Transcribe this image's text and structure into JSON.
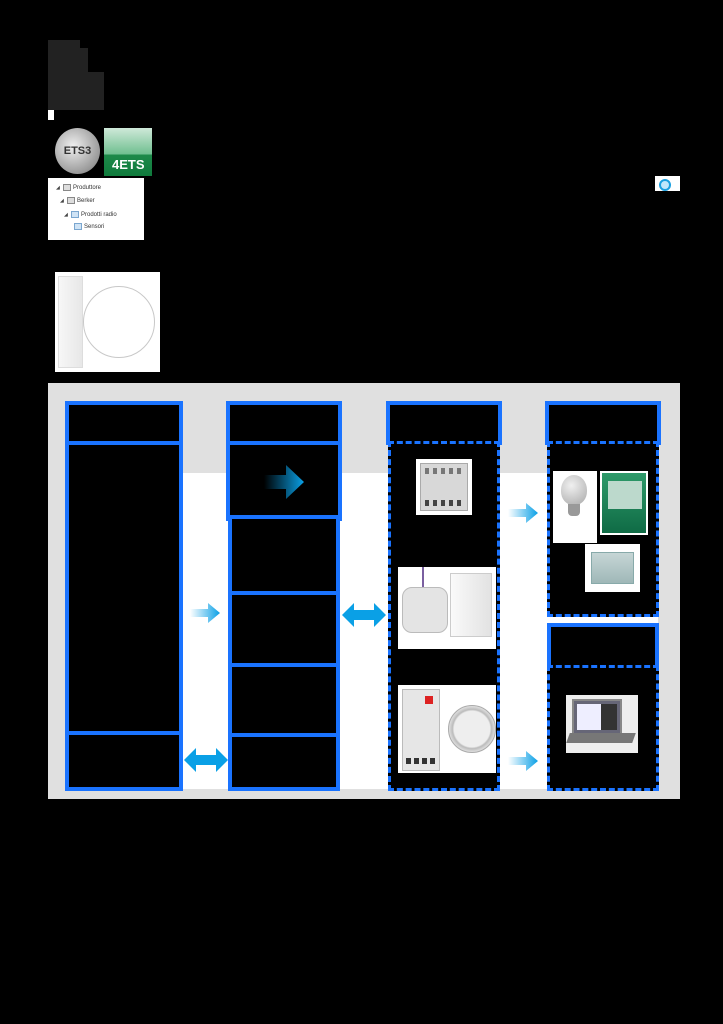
{
  "page": {
    "type": "product datasheet page (text redacted)",
    "background": "#000000"
  },
  "header": {
    "logo_icon": "brand-logo-block"
  },
  "software_logos": [
    {
      "label": "ETS3",
      "icon": "ets3-logo"
    },
    {
      "label": "4ETS",
      "icon": "ets4-logo"
    }
  ],
  "catalog_tree": {
    "items": [
      {
        "level": 0,
        "label": "Produttore",
        "expanded": true
      },
      {
        "level": 1,
        "label": "Berker",
        "expanded": true
      },
      {
        "level": 2,
        "label": "Prodotti radio",
        "expanded": true
      },
      {
        "level": 3,
        "label": "Sensori",
        "expanded": false
      }
    ]
  },
  "help_icon": "info-help-icon",
  "product_image": "radio-sensor-with-antenna-cable",
  "diagram": {
    "accent_color": "#1a73ff",
    "arrow_color": "#0aa0e6",
    "background": "#e0e0e0",
    "columns": [
      {
        "id": "col1",
        "header": "",
        "blocks": [
          "",
          ""
        ]
      },
      {
        "id": "col2",
        "header": "",
        "blocks": [
          "",
          "",
          "",
          ""
        ]
      },
      {
        "id": "col3",
        "header": "",
        "images": [
          "din-rail-actuator",
          "flush-mounted-actuator",
          "surface-radio-unit",
          "din-rail-gateway",
          "round-push-button"
        ]
      },
      {
        "id": "col4",
        "header": "",
        "images": [
          "light-bulb",
          "roller-shutter",
          "panel-heater",
          "laptop-visualisation"
        ],
        "blocks": [
          ""
        ]
      }
    ],
    "arrows": [
      {
        "type": "single",
        "direction": "right",
        "position": "col2-top"
      },
      {
        "type": "single",
        "direction": "right",
        "position": "col1-col2"
      },
      {
        "type": "double",
        "direction": "left-right",
        "position": "col1-col2-bottom"
      },
      {
        "type": "double",
        "direction": "left-right",
        "position": "col2-col3"
      },
      {
        "type": "single",
        "direction": "right",
        "position": "col3-col4-top"
      },
      {
        "type": "single",
        "direction": "right",
        "position": "col3-col4-bottom"
      }
    ]
  }
}
